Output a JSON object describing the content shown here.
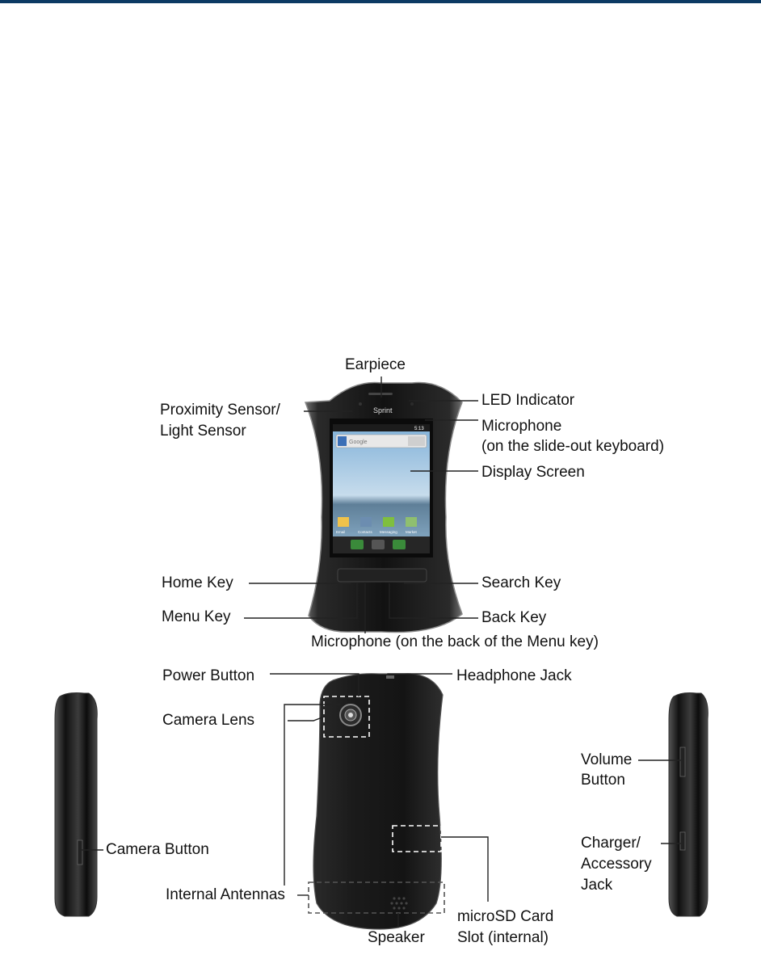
{
  "labels": {
    "earpiece": "Earpiece",
    "proximity_sensor": "Proximity Sensor/",
    "light_sensor": "Light Sensor",
    "led_indicator": "LED Indicator",
    "microphone_top": "Microphone",
    "microphone_top_note": "(on the slide-out keyboard)",
    "display_screen": "Display Screen",
    "home_key": "Home Key",
    "search_key": "Search Key",
    "menu_key": "Menu Key",
    "back_key": "Back Key",
    "microphone_back": "Microphone (on the back of the Menu key)",
    "power_button": "Power Button",
    "headphone_jack": "Headphone Jack",
    "camera_lens": "Camera Lens",
    "volume": "Volume",
    "volume_button": "Button",
    "camera_button": "Camera Button",
    "charger": "Charger/",
    "accessory": "Accessory",
    "jack": "Jack",
    "internal_antennas": "Internal Antennas",
    "microsd_1": "microSD Card",
    "microsd_2": "Slot (internal)",
    "speaker": "Speaker"
  },
  "phone_screen": {
    "carrier_logo": "Sprint",
    "clock": "5:13",
    "search_hint": "Google",
    "apps": [
      "Email",
      "Contacts",
      "Messaging",
      "Market"
    ]
  },
  "colors": {
    "header_bar": "#0c3a63",
    "phone_body": "#1a1a1a",
    "screen_sky": "#9fc3e0"
  }
}
